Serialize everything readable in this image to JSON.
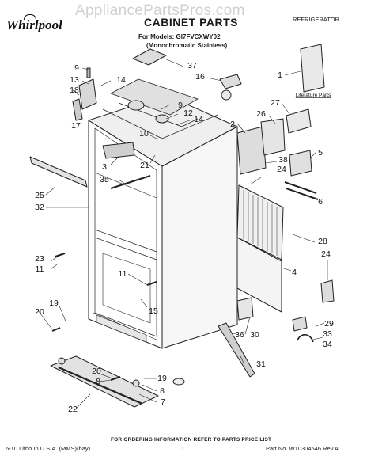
{
  "watermark": "AppliancePartsPros.com",
  "brand": "Whirlpool",
  "header": {
    "title": "CABINET PARTS",
    "category": "REFRIGERATOR",
    "models_line1": "For Models: GI7FVCXWY02",
    "models_line2": "(Monochromatic Stainless)"
  },
  "callouts": {
    "c1": "1",
    "c2": "2",
    "c3": "3",
    "c4": "4",
    "c5": "5",
    "c6": "6",
    "c7": "7",
    "c8a": "8",
    "c8b": "8",
    "c9a": "9",
    "c9b": "9",
    "c10": "10",
    "c11a": "11",
    "c11b": "11",
    "c12": "12",
    "c13": "13",
    "c14a": "14",
    "c14b": "14",
    "c15": "15",
    "c16": "16",
    "c17": "17",
    "c18": "18",
    "c19a": "19",
    "c19b": "19",
    "c20a": "20",
    "c20b": "20",
    "c21": "21",
    "c22": "22",
    "c23": "23",
    "c24a": "24",
    "c24b": "24",
    "c25": "25",
    "c26": "26",
    "c27": "27",
    "c28": "28",
    "c29": "29",
    "c30": "30",
    "c31": "31",
    "c32": "32",
    "c33": "33",
    "c34": "34",
    "c35": "35",
    "c36": "36",
    "c37": "37",
    "c38": "38"
  },
  "literature_label": "Literature Parts",
  "footer": {
    "note": "FOR ORDERING INFORMATION REFER TO PARTS PRICE LIST",
    "left": "6-10 Litho In U.S.A. (MMS)(bay)",
    "page": "1",
    "part_no": "Part No. W10304546 Rev.A"
  }
}
